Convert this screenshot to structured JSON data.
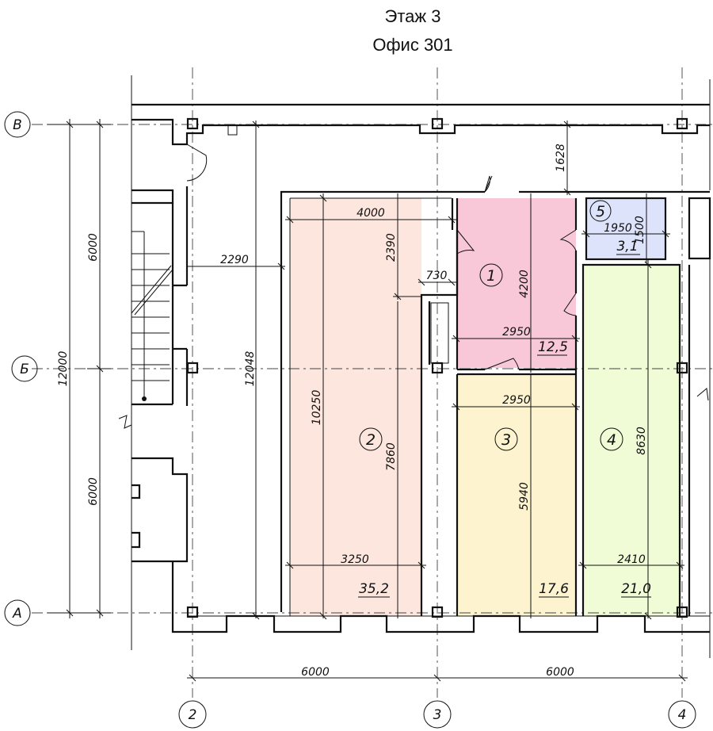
{
  "header": {
    "floor": "Этаж 3",
    "office": "Офис 301"
  },
  "colors": {
    "room1": "#f9c8d8",
    "room2": "#fde6dd",
    "room3": "#fdf3cf",
    "room4": "#f0fcd6",
    "room5": "#dde3fb",
    "lines": "#111111"
  },
  "axes": {
    "rows": {
      "v": "В",
      "b": "Б",
      "a": "А"
    },
    "cols": {
      "c2": "2",
      "c3": "3",
      "c4": "4"
    }
  },
  "rooms": [
    {
      "id": "1",
      "area": "12,5"
    },
    {
      "id": "2",
      "area": "35,2"
    },
    {
      "id": "3",
      "area": "17,6"
    },
    {
      "id": "4",
      "area": "21,0"
    },
    {
      "id": "5",
      "area": "3,1"
    }
  ],
  "dimensions": {
    "left_total": "12000",
    "left_upper": "6000",
    "left_lower": "6000",
    "corridor_height": "12048",
    "corridor_width": "2290",
    "room2_top_width": "4000",
    "room2_top_offset": "2390",
    "room2_height": "10250",
    "room2_inner_height": "7860",
    "room2_bottom_width": "3250",
    "door_offset": "730",
    "room1_height": "4200",
    "room1_width": "2950",
    "room3_width": "2950",
    "room3_height": "5940",
    "room4_height": "8630",
    "room4_width": "2410",
    "room5_width": "1950",
    "room5_height": "1500",
    "top_offset": "1628",
    "bottom_span_1": "6000",
    "bottom_span_2": "6000"
  }
}
